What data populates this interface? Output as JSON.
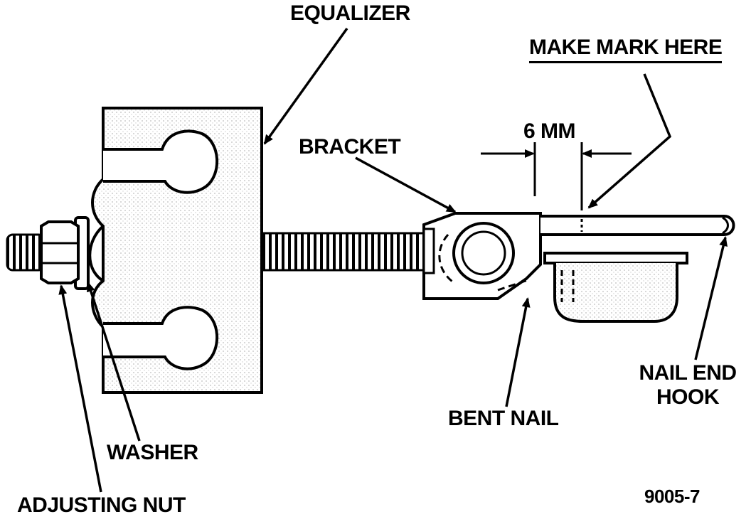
{
  "labels": {
    "equalizer": "EQUALIZER",
    "make_mark_here": "MAKE MARK HERE",
    "six_mm": "6 MM",
    "bracket": "BRACKET",
    "nail_end_hook_line1": "NAIL END",
    "nail_end_hook_line2": "HOOK",
    "bent_nail": "BENT NAIL",
    "washer": "WASHER",
    "adjusting_nut": "ADJUSTING NUT",
    "figure_number": "9005-7"
  },
  "colors": {
    "ink": "#000000",
    "paper": "#ffffff",
    "stipple": "#d9d9d9"
  }
}
